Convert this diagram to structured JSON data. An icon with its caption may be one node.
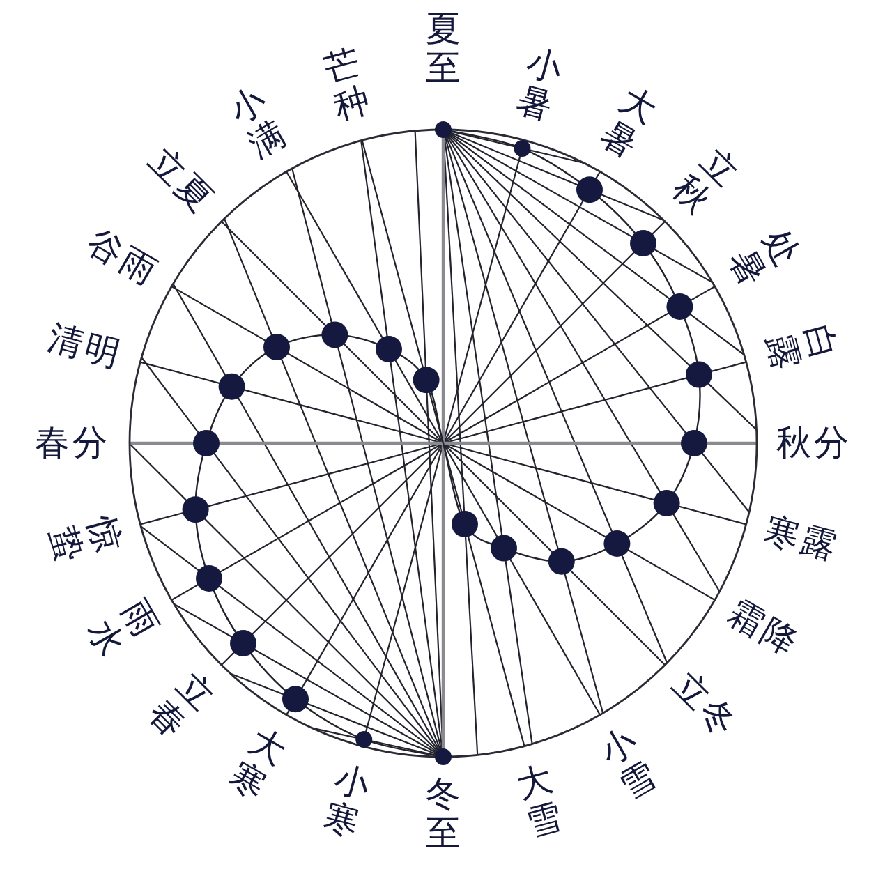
{
  "diagram": {
    "labels": [
      "夏至",
      "小暑",
      "大暑",
      "立秋",
      "处暑",
      "白露",
      "秋分",
      "寒露",
      "霜降",
      "立冬",
      "小雪",
      "大雪",
      "冬至",
      "小寒",
      "大寒",
      "立春",
      "雨水",
      "惊蛰",
      "春分",
      "清明",
      "谷雨",
      "立夏",
      "小满",
      "芒种"
    ]
  }
}
